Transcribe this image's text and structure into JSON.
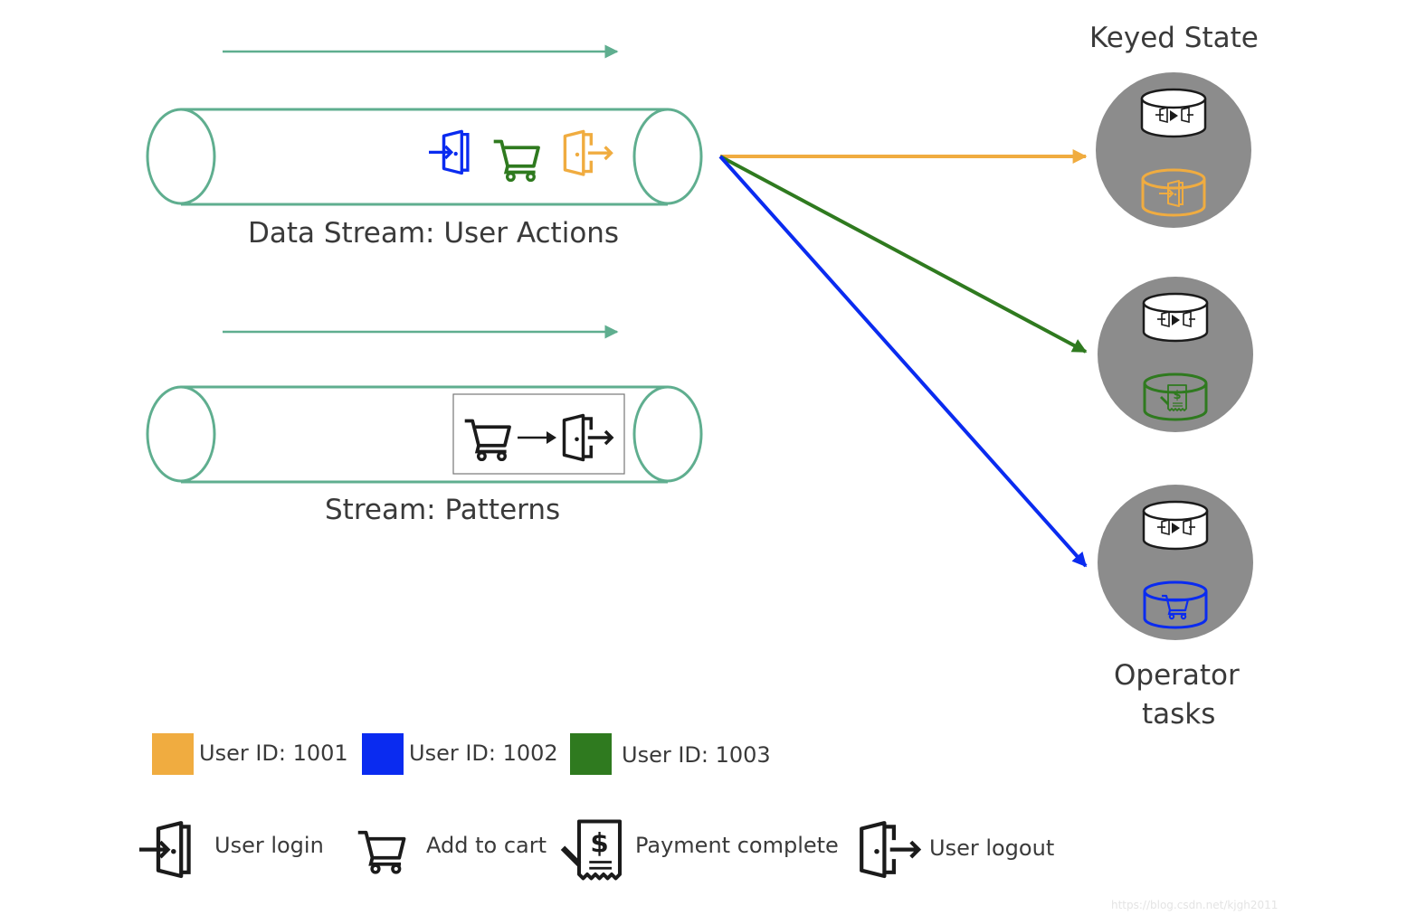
{
  "colors": {
    "teal": "#5fae8f",
    "orange": "#f0ac40",
    "blue": "#0a2bf0",
    "green": "#2f7a1f",
    "state_gray": "#8c8c8c",
    "ink": "#1b1b1b"
  },
  "streams": {
    "user_actions": {
      "label": "Data Stream: User Actions",
      "events": [
        "user-login-icon",
        "add-to-cart-icon",
        "user-logout-icon"
      ]
    },
    "patterns": {
      "label": "Stream: Patterns",
      "pattern": [
        "add-to-cart-icon",
        "arrow-icon",
        "user-logout-icon"
      ]
    }
  },
  "keyed_state": {
    "title": "Keyed State",
    "footer": [
      "Operator",
      "tasks"
    ],
    "tasks": [
      {
        "user": "1001",
        "color": "orange",
        "pattern_icon": "pattern-state-icon",
        "state_icon": "user-login-icon"
      },
      {
        "user": "1003",
        "color": "green",
        "pattern_icon": "pattern-state-icon",
        "state_icon": "payment-complete-icon"
      },
      {
        "user": "1002",
        "color": "blue",
        "pattern_icon": "pattern-state-icon",
        "state_icon": "add-to-cart-icon"
      }
    ]
  },
  "legend": {
    "users": [
      {
        "label": "User ID: 1001",
        "color": "#f0ac40"
      },
      {
        "label": "User ID: 1002",
        "color": "#0a2bf0"
      },
      {
        "label": "User ID: 1003",
        "color": "#2f7a1f"
      }
    ],
    "actions": [
      {
        "icon": "user-login-icon",
        "label": "User login"
      },
      {
        "icon": "add-to-cart-icon",
        "label": "Add to cart"
      },
      {
        "icon": "payment-complete-icon",
        "label": "Payment complete"
      },
      {
        "icon": "user-logout-icon",
        "label": "User logout"
      }
    ]
  },
  "watermark": "https://blog.csdn.net/kjgh2011"
}
